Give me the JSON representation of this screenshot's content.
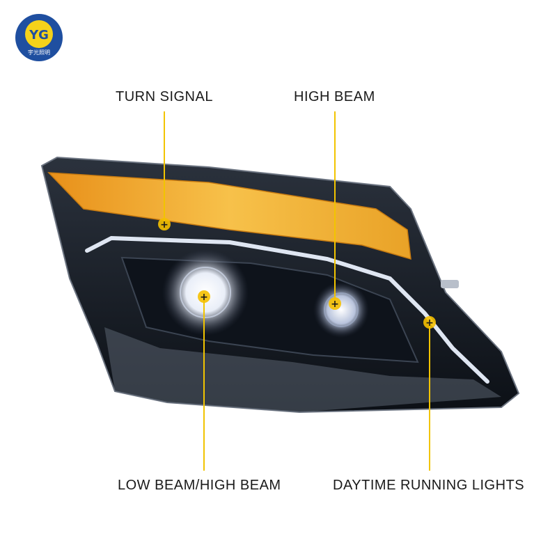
{
  "brand": {
    "logo_text": "宇光照明",
    "logo_monogram": "YG",
    "ring_color": "#1f4fa0",
    "fill_color": "#f5d21a"
  },
  "callouts": {
    "turn_signal": "TURN SIGNAL",
    "high_beam": "HIGH BEAM",
    "low_high_beam": "LOW BEAM/HIGH BEAM",
    "drl": "DAYTIME RUNNING LIGHTS"
  },
  "colors": {
    "leader_line": "#f2c400",
    "marker": "#f5c000",
    "amber": "#f0a51e",
    "housing": "#141a22"
  }
}
